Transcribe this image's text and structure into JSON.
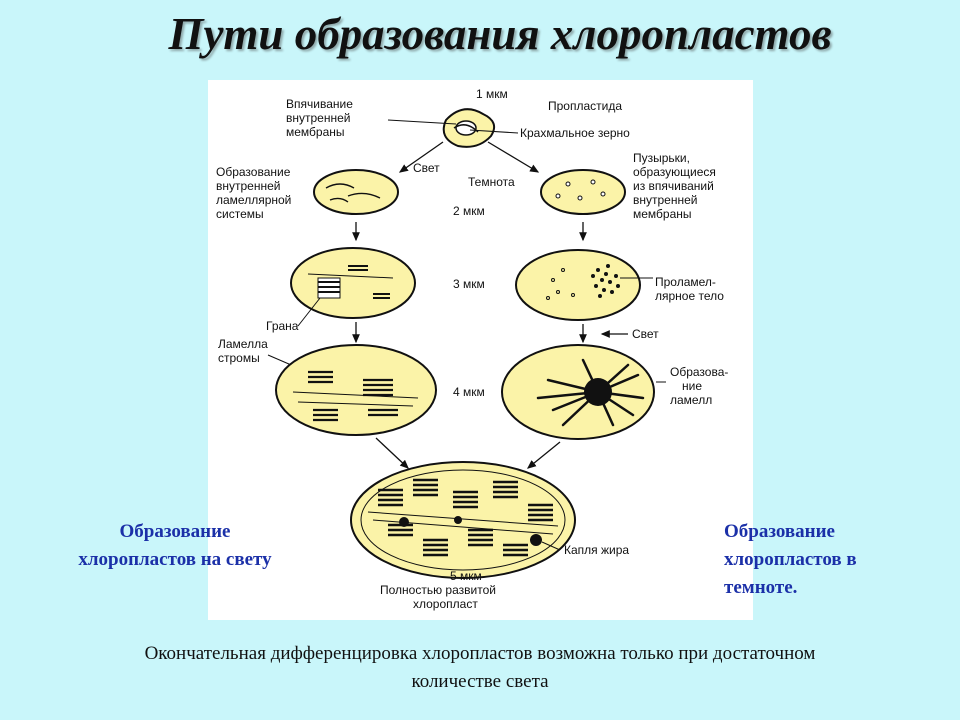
{
  "title": "Пути образования хлоропластов",
  "diagram": {
    "proplastid_size": "1 мкм",
    "proplastid": "Пропластида",
    "starch": "Крахмальное зерно",
    "invagination": [
      "Впячивание",
      "внутренней",
      "мембраны"
    ],
    "lamellar_formation": [
      "Образование",
      "внутренней",
      "ламеллярной",
      "системы"
    ],
    "light": "Свет",
    "dark": "Темнота",
    "vesicles": [
      "Пузырьки,",
      "образующиеся",
      "из впячиваний",
      "внутренней",
      "мембраны"
    ],
    "size_2": "2 мкм",
    "size_3": "3 мкм",
    "prolamellar": [
      "Проламел-",
      "лярное тело"
    ],
    "light_2": "Свет",
    "grana": "Грана",
    "stroma_lamella": [
      "Ламелла",
      "стромы"
    ],
    "size_4": "4 мкм",
    "lamellae_formation": [
      "Образова-",
      "ние",
      "ламелл"
    ],
    "fat_drop": "Капля жира",
    "size_5": "5 мкм",
    "mature": [
      "Полностью развитой",
      "хлоропласт"
    ]
  },
  "left_note": [
    "Образование",
    "хлоропластов на свету"
  ],
  "right_note": [
    "Образование",
    "хлоропластов в",
    "темноте."
  ],
  "caption": [
    "Окончательная дифференцировка хлоропластов возможна только при достаточном",
    "количестве света"
  ]
}
